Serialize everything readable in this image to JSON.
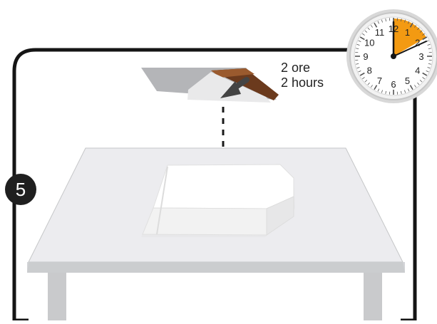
{
  "step": {
    "number": "5"
  },
  "duration": {
    "line_1": "2 ore",
    "line_2": "2 hours",
    "hours": 2
  },
  "clock": {
    "numerals": [
      "12",
      "1",
      "2",
      "3",
      "4",
      "5",
      "6",
      "7",
      "8",
      "9",
      "10",
      "11"
    ],
    "highlight_hours": 2,
    "highlight_color": "#f39a12"
  },
  "colors": {
    "panel_border": "#151515",
    "table_top": "#ececef",
    "table_edge": "#bfc0c3",
    "box_top": "#ffffff",
    "box_side": "#f0f0f0",
    "wood_dark": "#6b3a1d",
    "wood_mid": "#9a5a2e",
    "arrow": "#444444",
    "shadow_gray": "#b7b8ba"
  }
}
